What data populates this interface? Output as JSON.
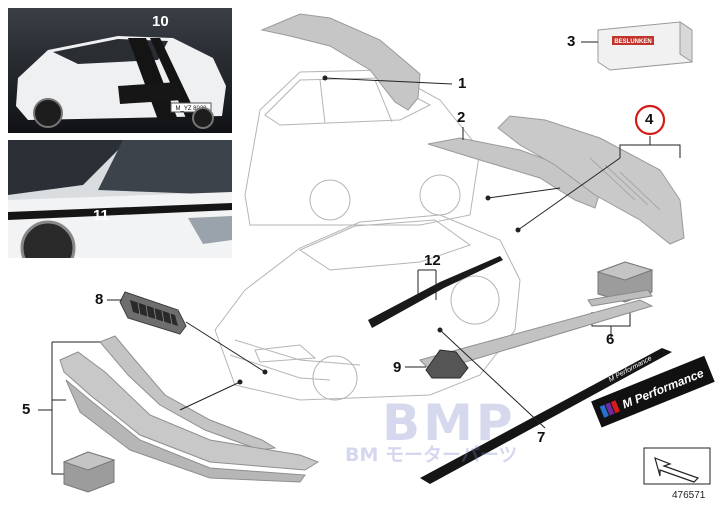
{
  "callouts": [
    "1",
    "2",
    "3",
    "4",
    "5",
    "6",
    "7",
    "8",
    "9",
    "10",
    "11",
    "12"
  ],
  "highlighted_callout": "4",
  "photo_plate_text": "M_YZ 8028",
  "package_label": "BESLUNKEN",
  "decal_text": "M Performance",
  "decal_text_small": "M Performance",
  "watermark_main": "BMP",
  "watermark_sub": "BM モーターパーツ",
  "document_number": "476571",
  "colors": {
    "highlight": "#d61a1a",
    "line": "#222222",
    "part_grey": "#c8c8c8",
    "photo_bg": "#1c1c1c"
  },
  "icons": [
    "arrow-icon"
  ]
}
